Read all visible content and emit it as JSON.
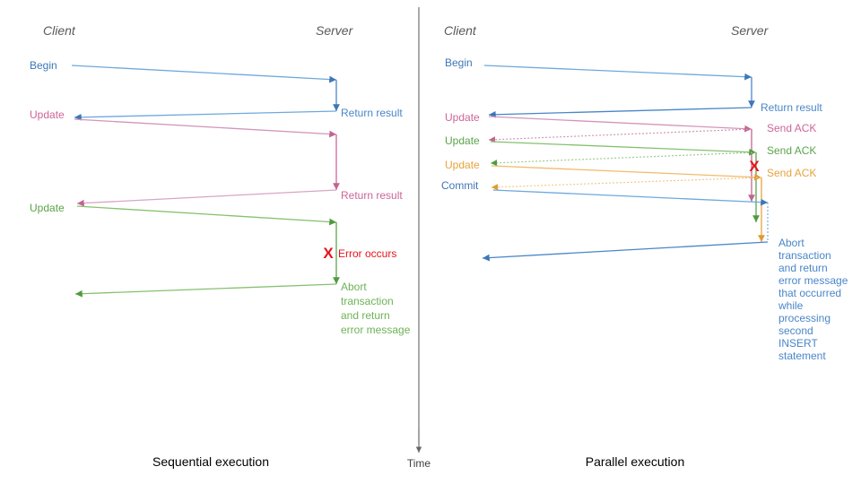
{
  "colors": {
    "blue": "#4a86c8",
    "blue_dark": "#3d77b8",
    "pink": "#cc6699",
    "green": "#5aa44a",
    "green_light": "#86c06f",
    "orange": "#e8a33d",
    "red": "#e8121a",
    "gray": "#595959",
    "black": "#000000",
    "axis": "#666666"
  },
  "panels": [
    {
      "id": "sequential",
      "caption": "Sequential execution",
      "actors": {
        "client": "Client",
        "server": "Server"
      },
      "client_labels": [
        {
          "text": "Begin",
          "color": "blue"
        },
        {
          "text": "Update",
          "color": "pink"
        },
        {
          "text": "Update",
          "color": "green"
        }
      ],
      "server_labels": [
        {
          "text": "Return result",
          "color": "blue"
        },
        {
          "text": "Return result",
          "color": "pink"
        },
        {
          "text": "Error occurs",
          "color": "red"
        }
      ],
      "server_block": {
        "color": "green",
        "lines": [
          "Abort",
          "transaction",
          "and return",
          "error message"
        ]
      },
      "error_marker": "X"
    },
    {
      "id": "parallel",
      "caption": "Parallel execution",
      "actors": {
        "client": "Client",
        "server": "Server"
      },
      "client_labels": [
        {
          "text": "Begin",
          "color": "blue"
        },
        {
          "text": "Update",
          "color": "pink"
        },
        {
          "text": "Update",
          "color": "green"
        },
        {
          "text": "Update",
          "color": "orange"
        },
        {
          "text": "Commit",
          "color": "blue"
        }
      ],
      "server_labels": [
        {
          "text": "Return result",
          "color": "blue"
        },
        {
          "text": "Send ACK",
          "color": "pink"
        },
        {
          "text": "Send ACK",
          "color": "green"
        },
        {
          "text": "Send ACK",
          "color": "orange"
        }
      ],
      "server_block": {
        "color": "blue",
        "lines": [
          "Abort",
          "transaction",
          "and return",
          "error message",
          "that occurred",
          "while",
          "processing",
          "second",
          "INSERT",
          "statement"
        ]
      },
      "error_marker": "X"
    }
  ],
  "time_axis": {
    "label": "Time"
  },
  "chart_data": {
    "type": "table",
    "title": "Sequential vs Parallel execution sequence diagram",
    "panels": [
      "Sequential execution",
      "Parallel execution"
    ]
  }
}
